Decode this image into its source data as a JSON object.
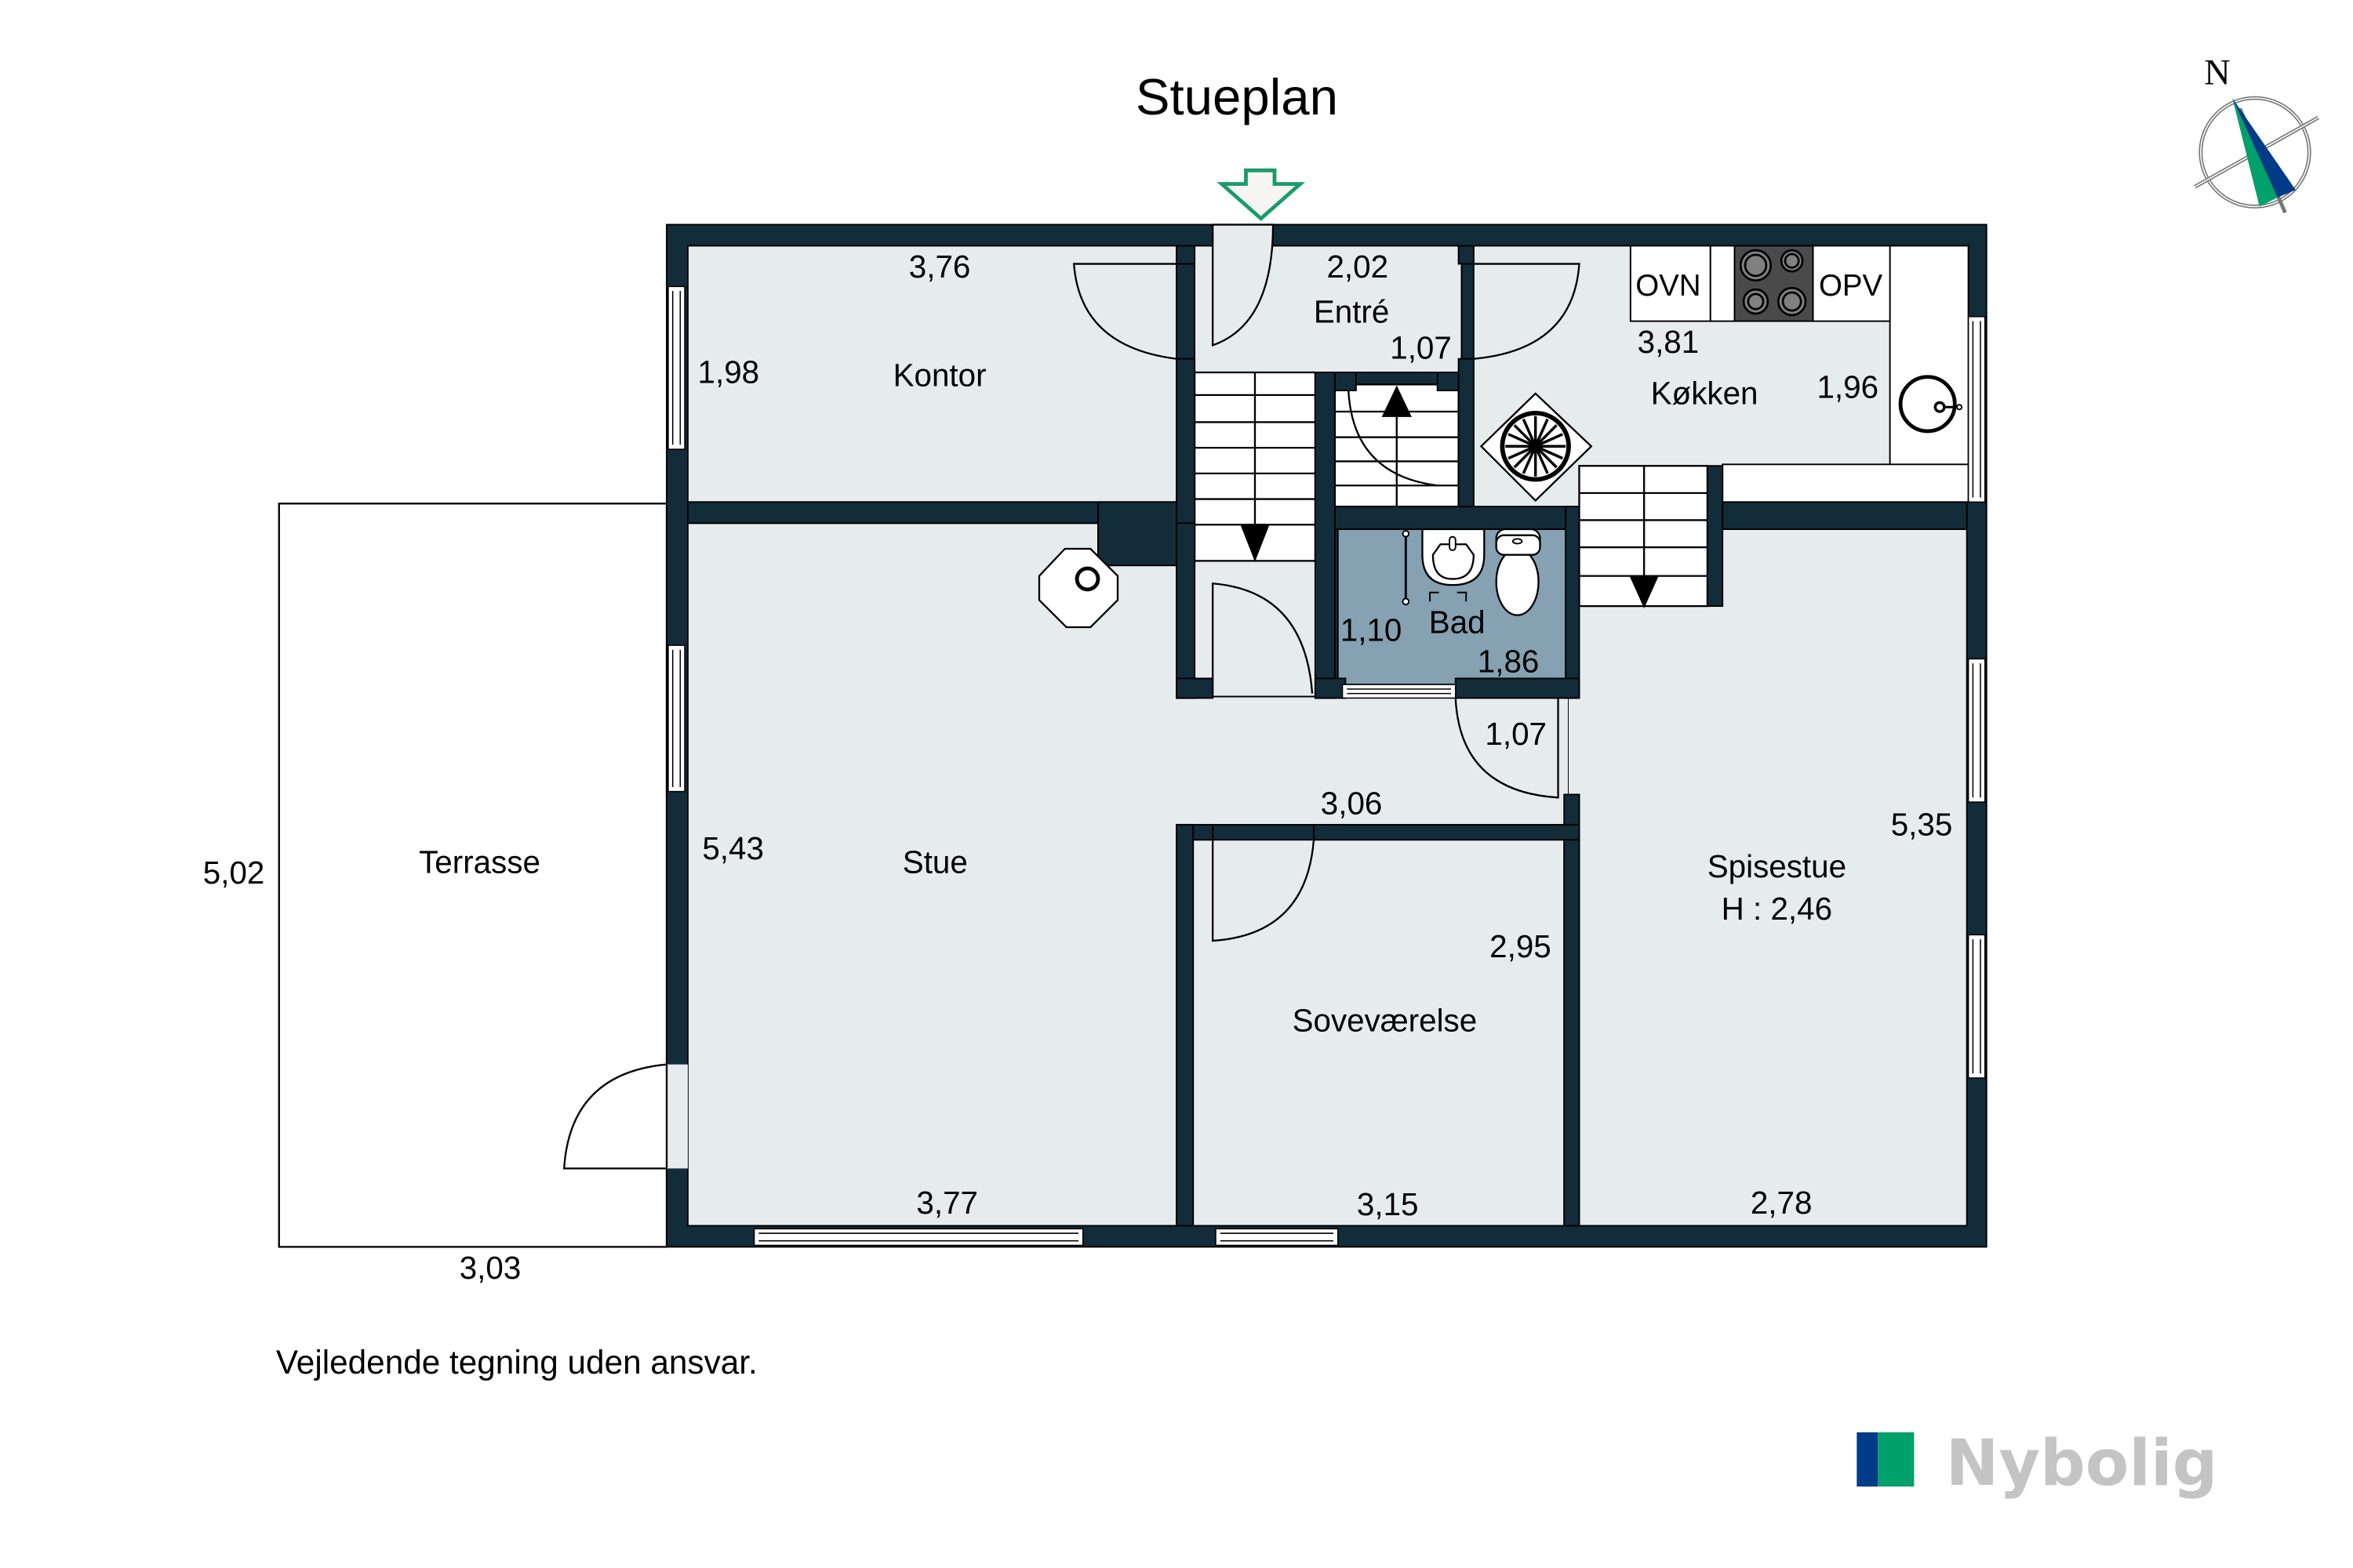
{
  "title": "Stueplan",
  "compass": {
    "label": "N",
    "colors": {
      "green": "#00a06a",
      "blue": "#003b87"
    }
  },
  "entrance_marker": {
    "icon": "entrance-arrow-icon",
    "color": "#1a9b6c"
  },
  "colors": {
    "wall": "#132c3a",
    "floor": "#e6ebee",
    "bathroom_floor": "#85a1b2",
    "stairs": "#ffffff",
    "hob": "#4a4a4a",
    "logo_gray": "#c4c4c4"
  },
  "rooms": {
    "kontor": {
      "name": "Kontor",
      "width": "3,76",
      "depth": "1,98"
    },
    "entre": {
      "name": "Entré",
      "width": "2,02",
      "depth": "1,07"
    },
    "kokken": {
      "name": "Køkken",
      "width": "3,81",
      "depth": "1,96",
      "appliances": {
        "oven": "OVN",
        "dishwasher": "OPV"
      }
    },
    "bad": {
      "name": "Bad",
      "width": "1,10",
      "depth": "1,86"
    },
    "gang": {
      "width": "1,07"
    },
    "stue": {
      "name": "Stue",
      "depth": "5,43",
      "width": "3,77"
    },
    "gang_bottom": {
      "width": "3,06"
    },
    "sovevaerelse": {
      "name": "Soveværelse",
      "depth": "2,95",
      "width": "3,15"
    },
    "spisestue": {
      "name": "Spisestue",
      "height_label": "H : 2,46",
      "depth": "5,35",
      "width": "2,78"
    },
    "terrasse": {
      "name": "Terrasse",
      "depth": "5,02",
      "width": "3,03"
    }
  },
  "footer": {
    "disclaimer": "Vejledende tegning uden ansvar."
  },
  "logo": {
    "text": "Nybolig",
    "colors": [
      "#003b87",
      "#00a06a"
    ]
  }
}
